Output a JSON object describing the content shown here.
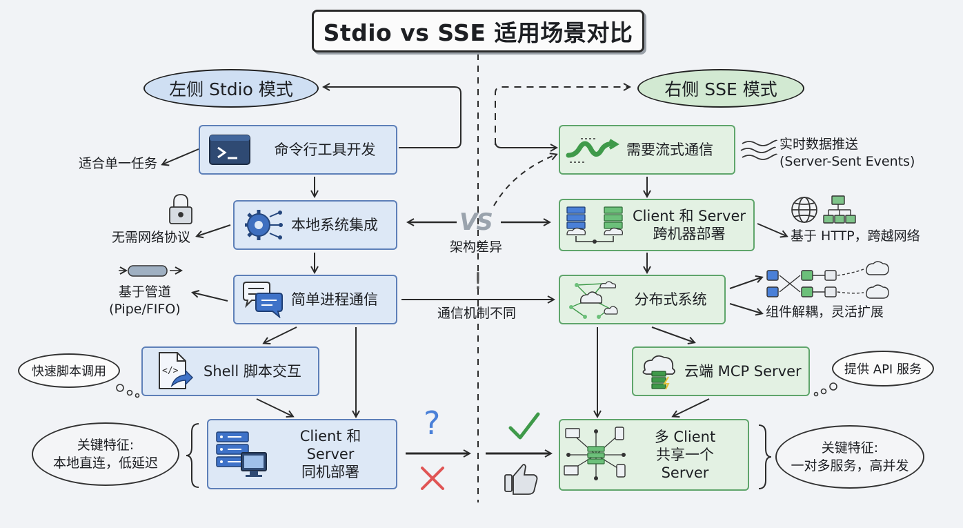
{
  "title": "Stdio vs SSE 适用场景对比",
  "left_mode": "左侧 Stdio 模式",
  "right_mode": "右侧 SSE 模式",
  "left_boxes": {
    "cli": "命令行工具开发",
    "local": "本地系统集成",
    "ipc": "简单进程通信",
    "shell": "Shell 脚本交互",
    "same_machine_1": "Client 和 Server",
    "same_machine_2": "同机部署"
  },
  "right_boxes": {
    "stream": "需要流式通信",
    "cross_1": "Client 和 Server",
    "cross_2": "跨机器部署",
    "distributed": "分布式系统",
    "cloud": "云端 MCP Server",
    "multi_1": "多 Client",
    "multi_2": "共享一个 Server"
  },
  "left_notes": {
    "single_task": "适合单一任务",
    "no_network": "无需网络协议",
    "pipe_1": "基于管道",
    "pipe_2": "(Pipe/FIFO)",
    "script_call": "快速脚本调用",
    "key_title": "关键特征:",
    "key_desc": "本地直连，低延迟"
  },
  "right_notes": {
    "realtime_1": "实时数据推送",
    "realtime_2": "(Server-Sent Events)",
    "http": "基于 HTTP，跨越网络",
    "decouple": "组件解耦，灵活扩展",
    "api": "提供 API 服务",
    "key_title": "关键特征:",
    "key_desc": "一对多服务，高并发"
  },
  "center": {
    "vs": "VS",
    "arch_diff": "架构差异",
    "exclaim": "!",
    "comm_diff": "通信机制不同",
    "question": "?"
  },
  "colors": {
    "stdio_blue": "#5d7fb8",
    "stdio_fill": "#dde8f6",
    "sse_green": "#5fa56b",
    "sse_fill": "#e3f1e3",
    "cross_red": "#e05555",
    "check_green": "#3f9a4a"
  },
  "icons": {
    "cli": "terminal-icon",
    "local": "gear-circuit-icon",
    "ipc": "chat-bubbles-icon",
    "shell": "script-file-icon",
    "same_machine": "server-monitor-icon",
    "stream": "wave-stream-icon",
    "cross": "server-network-icon",
    "distributed": "cloud-network-icon",
    "cloud": "cloud-server-icon",
    "multi": "hub-devices-icon",
    "lock": "lock-icon",
    "pipe": "pipe-icon",
    "globe": "globe-icon",
    "tree": "org-tree-icon",
    "waves": "waves-icon",
    "flow": "flow-nodes-icon",
    "thumbs": "thumbs-up-icon",
    "check": "checkmark-icon",
    "cross_mark": "x-mark-icon"
  }
}
